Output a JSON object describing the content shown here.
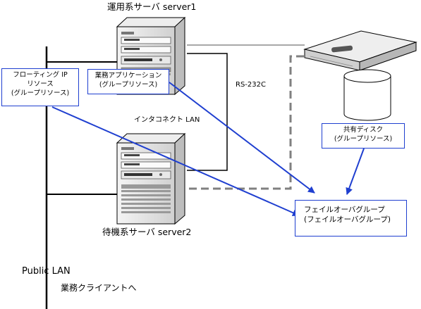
{
  "server1_label": "運用系サーバ  server1",
  "server2_label": "待機系サーバ  server2",
  "rs232c_label": "RS-232C",
  "interconnect_label": "インタコネクト LAN",
  "public_lan_label": "Public  LAN",
  "client_label": "業務クライアントへ",
  "floating_ip_box": {
    "line1": "フローティング IP",
    "line2": "リソース",
    "line3": "(グループリソース)"
  },
  "business_app_box": {
    "line1": "業務アプリケーション",
    "line2": "(グループリソース)"
  },
  "shared_disk_box": {
    "line1": "共有ディスク",
    "line2": "(グループリソース)"
  },
  "failover_group_box": {
    "line1": "フェイルオーバグループ",
    "line2": "(フェイルオーバグループ)"
  },
  "colors": {
    "arrow": "#1f3fd0",
    "dashed_line": "#808080",
    "line": "#000000",
    "gray_line": "#8c8c8c"
  }
}
